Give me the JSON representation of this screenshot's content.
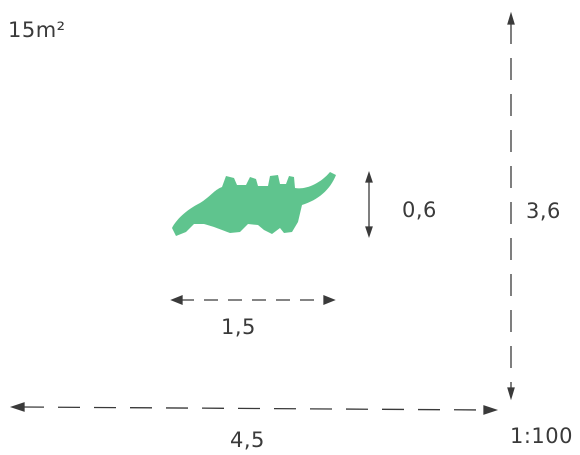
{
  "plan": {
    "area_label": "15m²",
    "scale_label": "1:100"
  },
  "dimensions": {
    "object_height": "0,6",
    "object_width": "1,5",
    "room_width": "4,5",
    "room_height": "3,6"
  },
  "colors": {
    "object_fill": "#5fc48e",
    "line": "#3a3a3a"
  },
  "icons": {
    "object": "crocodile-icon"
  }
}
